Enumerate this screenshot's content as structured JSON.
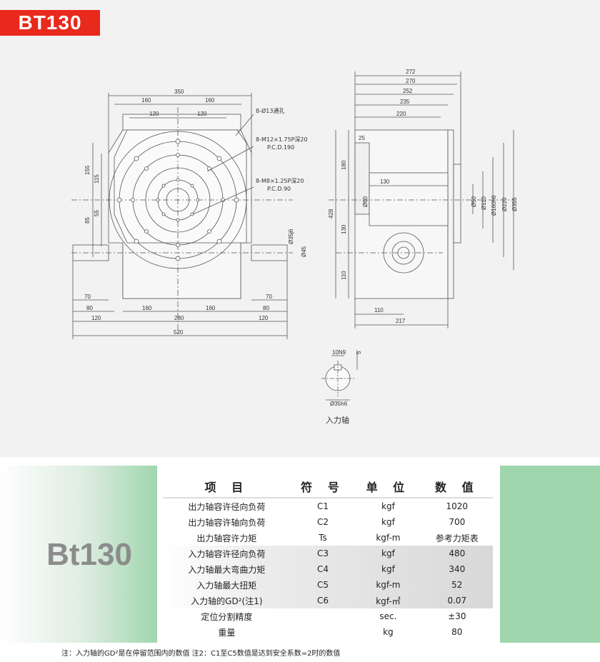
{
  "model_tag": "BT130",
  "series_label": "Bt130",
  "drawing": {
    "front": {
      "dims": [
        "350",
        "160",
        "160",
        "120",
        "120",
        "155",
        "115",
        "85",
        "55",
        "70",
        "80",
        "120",
        "160",
        "280",
        "160",
        "520",
        "70",
        "80",
        "120",
        "Ø35j6",
        "Ø45"
      ],
      "notes": [
        "8-Ø13通孔",
        "8-M12×1.75P深20",
        "P.C.D.190",
        "8-M8×1.25P深20",
        "P.C.D.90"
      ]
    },
    "side": {
      "dims": [
        "272",
        "270",
        "252",
        "235",
        "220",
        "25",
        "180",
        "130",
        "Ø60",
        "428",
        "130",
        "110",
        "110",
        "217",
        "Ø50",
        "Ø110",
        "Ø160h6",
        "Ø220",
        "Ø355"
      ]
    },
    "shaft": {
      "dims": [
        "10N9",
        "5",
        "Ø35h6"
      ],
      "caption": "入力轴"
    }
  },
  "spec_table": {
    "headers": [
      "项  目",
      "符 号",
      "单 位",
      "数 值"
    ],
    "rows": [
      [
        "出力轴容许径向负荷",
        "C1",
        "kgf",
        "1020"
      ],
      [
        "出力轴容许轴向负荷",
        "C2",
        "kgf",
        "700"
      ],
      [
        "出力轴容许力矩",
        "Ts",
        "kgf-m",
        "参考力矩表"
      ],
      [
        "入力轴容许径向负荷",
        "C3",
        "kgf",
        "480"
      ],
      [
        "入力轴最大弯曲力矩",
        "C4",
        "kgf",
        "340"
      ],
      [
        "入力轴最大扭矩",
        "C5",
        "kgf-m",
        "52"
      ],
      [
        "入力轴的GD²(注1)",
        "C6",
        "kgf-㎡",
        "0.07"
      ],
      [
        "定位分割精度",
        "",
        "sec.",
        "±30"
      ],
      [
        "重量",
        "",
        "kg",
        "80"
      ]
    ]
  },
  "footnote": "注：入力轴的GD²是在停留范围内的数值   注2：C1至C5数值是达到安全系数=2时的数值"
}
